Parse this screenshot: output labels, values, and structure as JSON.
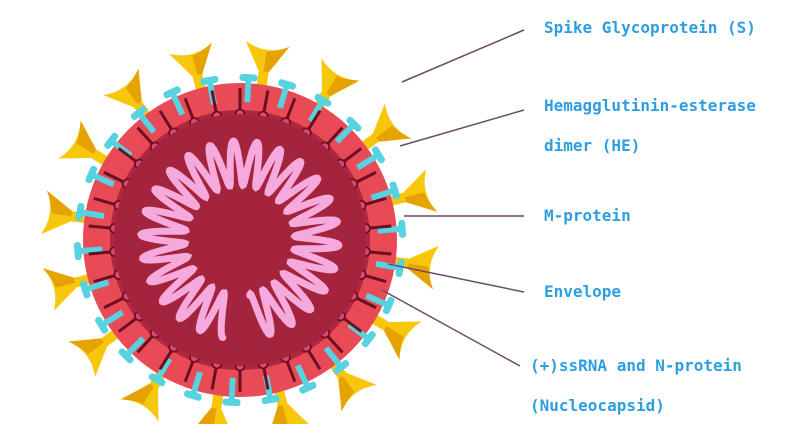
{
  "labels": {
    "spike": "Spike Glycoprotein (S)",
    "he_line1": "Hemagglutinin-esterase",
    "he_line2": "dimer (HE)",
    "m_protein": "M-protein",
    "envelope": "Envelope",
    "rna_line1": "(+)ssRNA and N-protein",
    "rna_line2": "(Nucleocapsid)"
  },
  "colors": {
    "label_text": "#2f9ee0",
    "leader_line": "#6b4a6a",
    "envelope_outer": "#e84a56",
    "envelope_inner": "#b0273e",
    "core": "#a3243c",
    "rna": "#f5a9dc",
    "spike": "#f6c70a",
    "spike_dark": "#e6a200",
    "he_protein": "#57d2e0",
    "m_protein": "#6b0f22",
    "m_protein_head": "#d74a74"
  }
}
